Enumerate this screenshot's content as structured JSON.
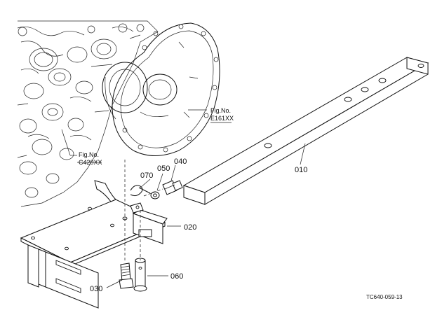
{
  "diagram": {
    "drawing_code": "TC640-059-13",
    "figure_refs": [
      {
        "label": "Fig.No.",
        "code": "E161XX"
      },
      {
        "label": "Fig.No.",
        "code": "C420XX"
      }
    ],
    "parts": [
      {
        "number": "010"
      },
      {
        "number": "020"
      },
      {
        "number": "030"
      },
      {
        "number": "040"
      },
      {
        "number": "050"
      },
      {
        "number": "060"
      },
      {
        "number": "070"
      }
    ]
  }
}
